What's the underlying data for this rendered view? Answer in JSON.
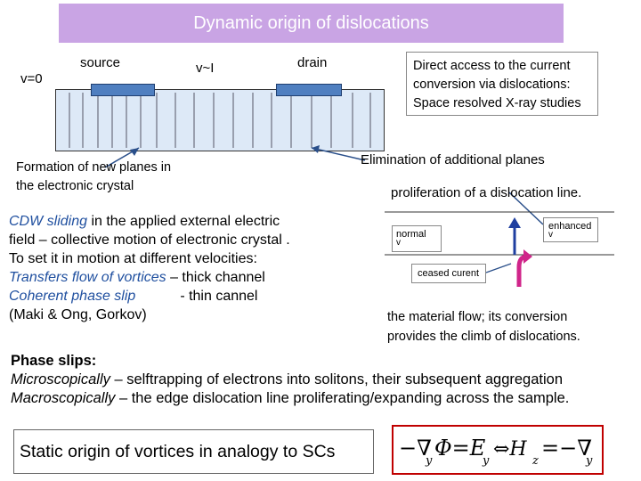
{
  "slide": {
    "title": "Dynamic origin of dislocations",
    "labels": {
      "v0": "v=0",
      "source": "source",
      "vI": "v~I",
      "drain": "drain"
    },
    "direct_access": {
      "line1": "Direct access to the current",
      "line2": "conversion via dislocations:",
      "line3": "Space resolved X-ray studies"
    },
    "formation": {
      "line1": "Formation of new planes in",
      "line2": "the electronic crystal"
    },
    "elimination": "Elimination of additional planes",
    "proliferation": "proliferation of a dislocation line.",
    "cdw": {
      "l1_a": "CDW sliding",
      "l1_b": " in the applied external electric",
      "l2": "field – collective motion of electronic crystal .",
      "l3": "To set it in motion at different velocities:",
      "l4_a": "Transfers flow of vortices",
      "l4_b": " – thick channel",
      "l5_a": "Coherent phase slip",
      "l5_b": "- thin cannel",
      "l6": "(Maki & Ong, Gorkov)"
    },
    "flow_diagram": {
      "normal": "normal",
      "v": "v",
      "enhanced": "enhanced",
      "ceased": "ceased curent"
    },
    "material": {
      "line1": "the material flow; its conversion",
      "line2": "provides the climb of dislocations."
    },
    "phase_slips": {
      "heading": "Phase slips:",
      "l1_a": "Microscopically",
      "l1_b": " – selftrapping of electrons into solitons, their  subsequent aggregation",
      "l2_a": "Macroscopically",
      "l2_b": " – the edge dislocation line proliferating/expanding across the sample."
    },
    "static": "Static origin of vortices in analogy to SCs",
    "colors": {
      "title_bg": "#c9a4e4",
      "accent_blue": "#1f4f9f",
      "electrode": "#4f7fc0",
      "crystal": "#dde9f7",
      "formula_border": "#c00000"
    }
  }
}
